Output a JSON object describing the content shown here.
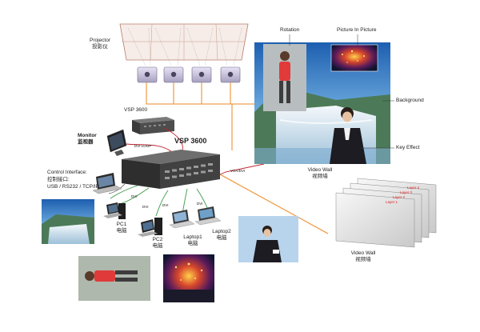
{
  "projector": {
    "label": "Projector",
    "label_cn": "投影仪"
  },
  "vsp_small": {
    "label": "VSP 3600"
  },
  "vsp_main": {
    "label": "VSP 3600"
  },
  "monitor": {
    "label": "Monitor",
    "label_cn": "监视器"
  },
  "dvi_loop": "DVI LOOP",
  "vga_dvi": "VGA/DVI",
  "control_interface": {
    "line1": "Control Interface:",
    "line2": "控制接口:",
    "line3": "USB / RS232 / TCP/IP"
  },
  "dvi_labels": [
    "DVI",
    "DVI",
    "DVI",
    "DVI"
  ],
  "sources": [
    {
      "label": "PC1",
      "label_cn": "电脑"
    },
    {
      "label": "PC2",
      "label_cn": "电脑"
    },
    {
      "label": "Laptop1",
      "label_cn": "电脑"
    },
    {
      "label": "Laptop2",
      "label_cn": "电脑"
    }
  ],
  "wall_top": {
    "rotation": "Rotation",
    "pip": "Picture In Picture",
    "background": "Background",
    "key_effect": "Key Effect",
    "title": "Video Wall",
    "title_cn": "视频墙"
  },
  "layers": [
    "Layer 1",
    "Layer 2",
    "Layer 3",
    "Layer 4"
  ],
  "wall_bottom": {
    "title": "Video Wall",
    "title_cn": "视频墙"
  },
  "colors": {
    "accent_line": "#f0a050",
    "signal_line": "#c0202a",
    "device": "#3a3a3a"
  }
}
